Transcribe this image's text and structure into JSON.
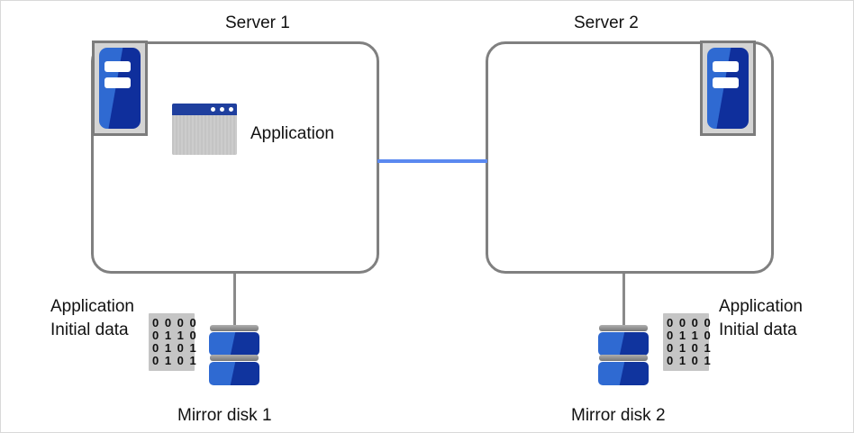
{
  "diagram": {
    "title_server1": "Server 1",
    "title_server2": "Server 2",
    "application_label": "Application",
    "mirror_disk_1_label": "Mirror disk 1",
    "mirror_disk_2_label": "Mirror disk 2",
    "data_label_left": "Application\nInitial data",
    "data_label_left_line1": "Application",
    "data_label_left_line2": "Initial data",
    "data_label_right_line1": "Application",
    "data_label_right_line2": "Initial data",
    "binary_rows": [
      "0 0 0 0",
      "0 1 1 0",
      "0 1 0 1",
      "0 1 0 1"
    ],
    "icons": {
      "server": "server-icon",
      "application": "application-window-icon",
      "disk": "mirror-disk-icon",
      "data_card": "binary-data-icon"
    },
    "colors": {
      "interconnect_line": "#5b89f0",
      "server_box_border": "#808080",
      "disk_blue_light": "#2f6ad2",
      "disk_blue_dark": "#10349e",
      "titlebar_blue": "#1f3f9e",
      "icon_gray": "#c5c5c5",
      "connector_gray": "#8a8a8a",
      "text": "#111111"
    }
  }
}
